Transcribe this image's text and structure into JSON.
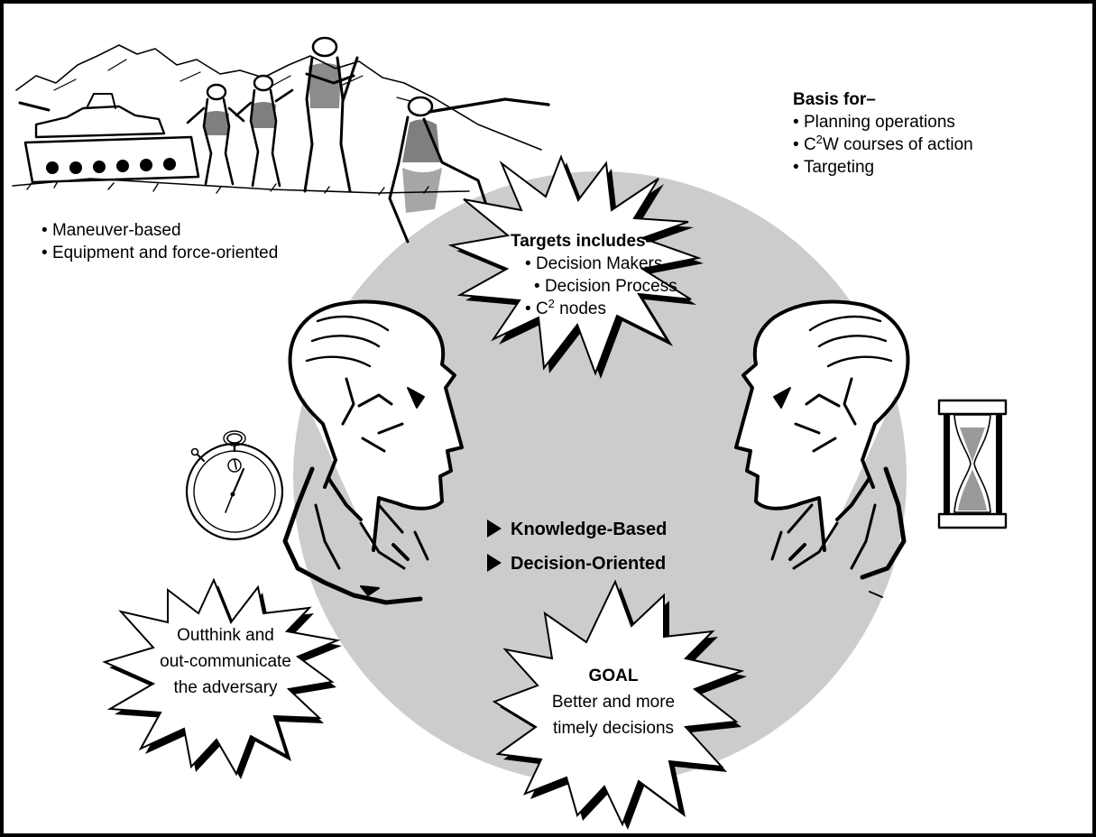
{
  "maneuver": {
    "items": [
      "Maneuver-based",
      "Equipment and force-oriented"
    ]
  },
  "basis": {
    "heading": "Basis for–",
    "items": [
      {
        "pre": "Planning operations",
        "sup": "",
        "post": ""
      },
      {
        "pre": "C",
        "sup": "2",
        "post": "W courses of action"
      },
      {
        "pre": "Targeting",
        "sup": "",
        "post": ""
      }
    ]
  },
  "targets": {
    "heading": "Targets includes–",
    "items": [
      {
        "pre": "Decision Makers",
        "sup": "",
        "post": ""
      },
      {
        "pre": "Decision Process",
        "sup": "",
        "post": ""
      },
      {
        "pre": "C",
        "sup": "2",
        "post": " nodes"
      }
    ]
  },
  "center": {
    "line1": "Knowledge-Based",
    "line2": "Decision-Oriented"
  },
  "outthink": {
    "line1": "Outthink and",
    "line2": "out-communicate",
    "line3": "the adversary"
  },
  "goal": {
    "heading": "GOAL",
    "line1": "Better and more",
    "line2": "timely decisions"
  },
  "colors": {
    "circle": "#cccccc",
    "ink": "#000000",
    "paper": "#ffffff"
  }
}
